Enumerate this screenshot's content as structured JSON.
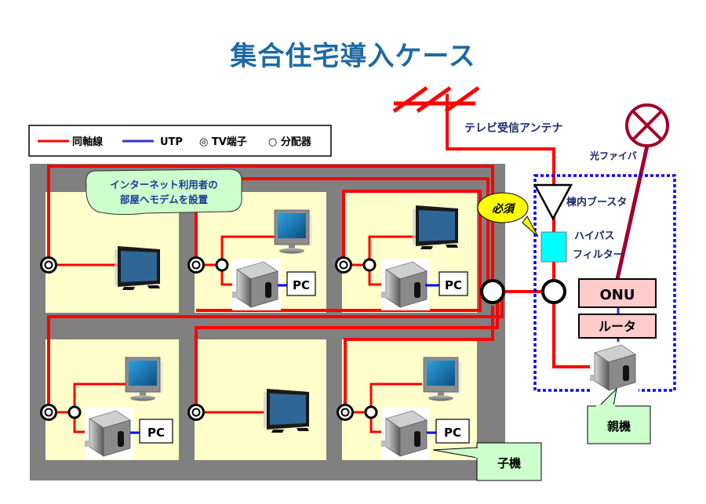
{
  "title": "集合住宅導入ケース",
  "legend": {
    "coax_label": "同軸線",
    "utp_label": "UTP",
    "tv_outlet_label": "◎ TV端子",
    "splitter_label": "○ 分配器"
  },
  "labels": {
    "antenna": "テレビ受信アンテナ",
    "fiber": "光ファイバ",
    "booster": "棟内ブースタ",
    "highpass_line1": "ハイパス",
    "highpass_line2": "フィルター",
    "required": "必須",
    "onu": "ONU",
    "router": "ルータ",
    "parent_unit": "親機",
    "child_unit": "子機",
    "modem_note_line1": "インターネット利用者の",
    "modem_note_line2": "部屋へモデムを設置",
    "pc": "PC"
  },
  "colors": {
    "title": "#1f6aa0",
    "coax": "#ff0000",
    "utp": "#2a2acc",
    "fiber": "#a0002a",
    "wall": "#808080",
    "room": "#ffffcc",
    "callout_green": "#ccffcc",
    "callout_yellow": "#ffff00",
    "onu_fill": "#ffcccc",
    "filter_fill": "#00ffff",
    "dotted_border": "#0000ff"
  },
  "rooms": [
    {
      "id": "room-1",
      "devices": [
        "tv"
      ]
    },
    {
      "id": "room-2",
      "devices": [
        "monitor",
        "modem",
        "pc"
      ]
    },
    {
      "id": "room-3",
      "devices": [
        "tv",
        "modem",
        "pc"
      ]
    },
    {
      "id": "room-4",
      "devices": [
        "monitor",
        "modem",
        "pc"
      ]
    },
    {
      "id": "room-5",
      "devices": [
        "tv"
      ]
    },
    {
      "id": "room-6",
      "devices": [
        "monitor",
        "modem",
        "pc"
      ]
    }
  ]
}
